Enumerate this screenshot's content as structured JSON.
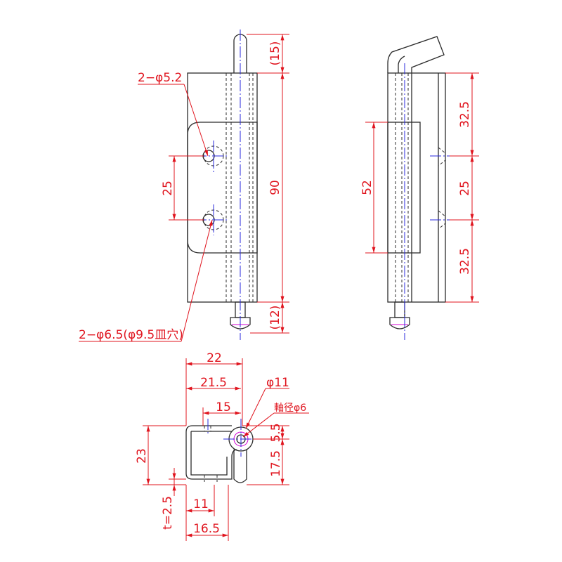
{
  "labels": {
    "front_hole_small": "2−φ5.2",
    "front_hole_large": "2−φ6.5(φ9.5皿穴)",
    "front_pin_top": "(15)",
    "front_pin_bottom": "(12)",
    "front_height": "90",
    "front_hole_pitch": "25",
    "side_plate_height": "52",
    "side_top": "32.5",
    "side_mid": "25",
    "side_bottom": "32.5",
    "bottom_width": "22",
    "bottom_width_2": "21.5",
    "bottom_width_3": "15",
    "bottom_pin_dia": "φ11",
    "bottom_shaft_dia": "軸径φ6",
    "bottom_height": "23",
    "bottom_offset": "5.5",
    "bottom_height_2": "17.5",
    "bottom_thickness": "t=2.5",
    "bottom_hole_x": "11",
    "bottom_total": "16.5"
  }
}
